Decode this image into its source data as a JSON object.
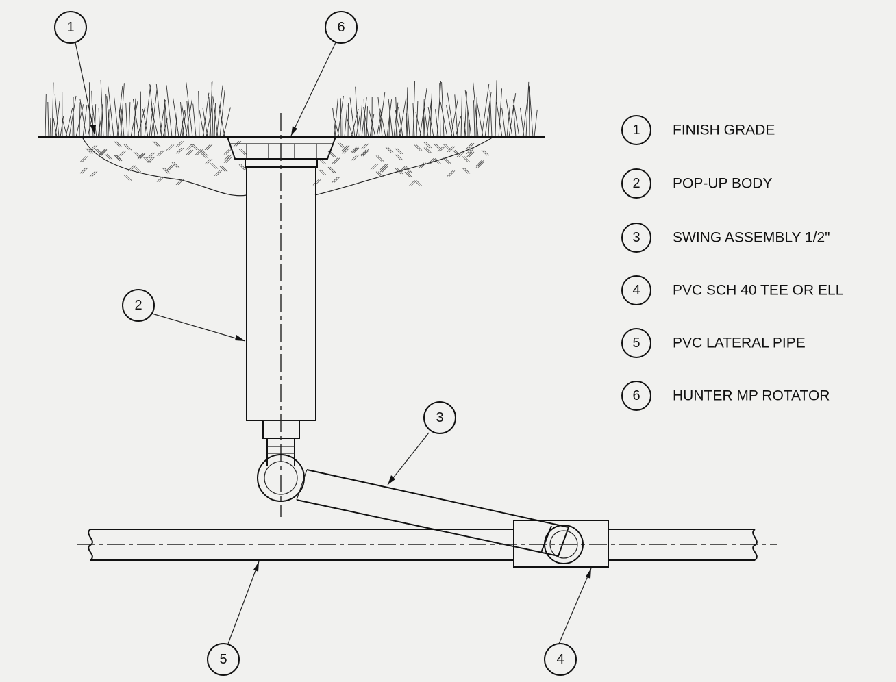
{
  "callouts": [
    {
      "num": "1",
      "label": "FINISH GRADE"
    },
    {
      "num": "2",
      "label": "POP-UP BODY"
    },
    {
      "num": "3",
      "label": "SWING ASSEMBLY 1/2\""
    },
    {
      "num": "4",
      "label": "PVC SCH 40 TEE OR ELL"
    },
    {
      "num": "5",
      "label": "PVC LATERAL PIPE"
    },
    {
      "num": "6",
      "label": "HUNTER MP ROTATOR"
    }
  ]
}
